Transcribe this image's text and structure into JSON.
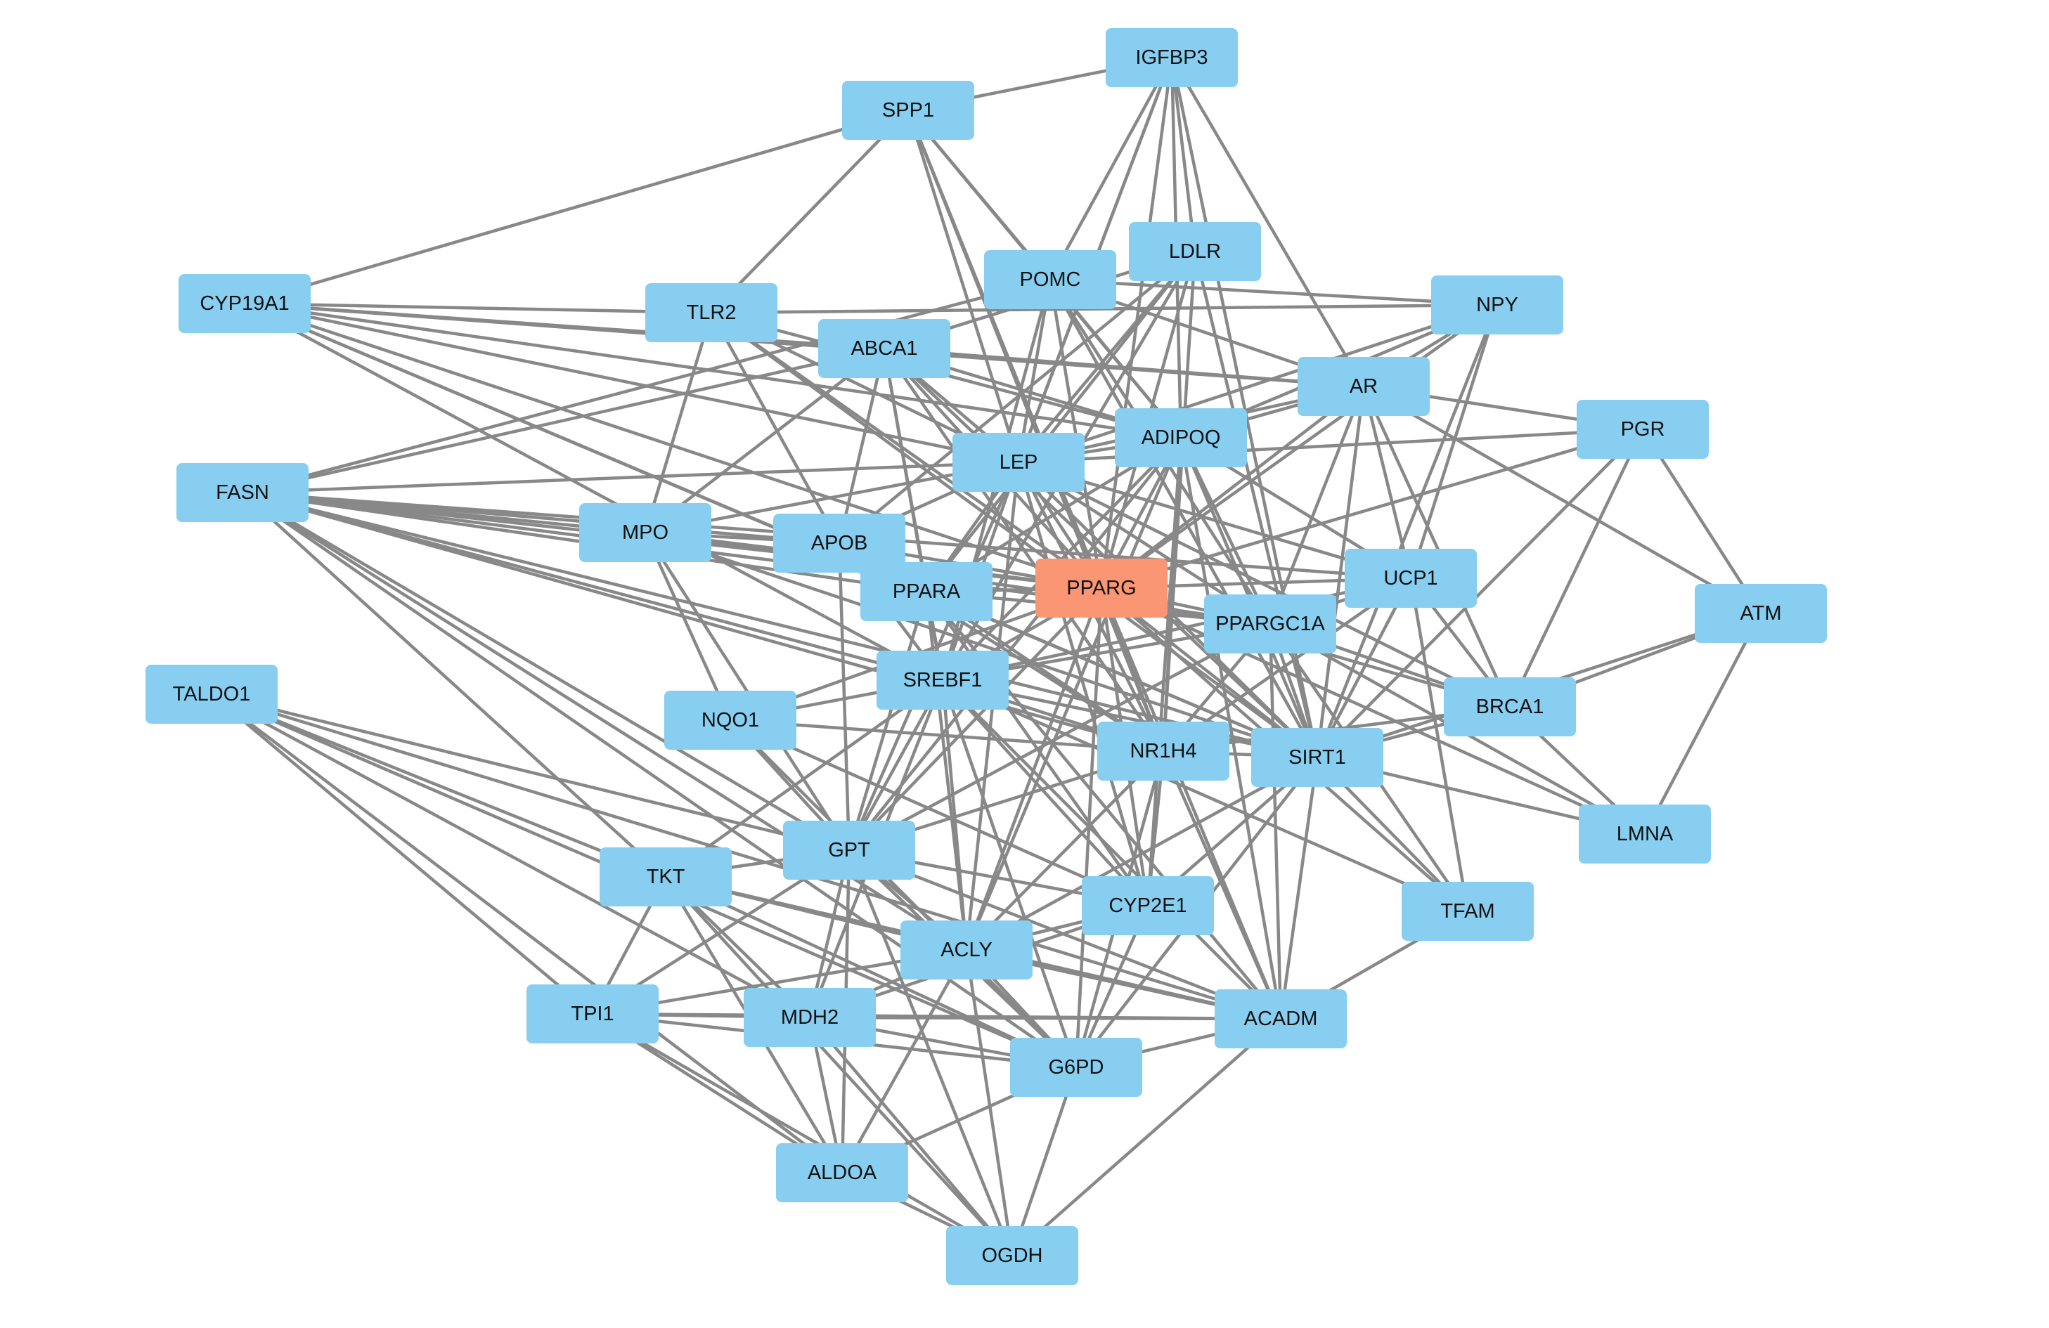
{
  "colors": {
    "node_default": "#87CEF0",
    "node_highlight": "#FA9673",
    "edge": "#888888",
    "label": "#111111"
  },
  "nodes": [
    {
      "id": "IGFBP3",
      "label": "IGFBP3",
      "highlight": false
    },
    {
      "id": "SPP1",
      "label": "SPP1",
      "highlight": false
    },
    {
      "id": "CYP19A1",
      "label": "CYP19A1",
      "highlight": false
    },
    {
      "id": "TLR2",
      "label": "TLR2",
      "highlight": false
    },
    {
      "id": "POMC",
      "label": "POMC",
      "highlight": false
    },
    {
      "id": "LDLR",
      "label": "LDLR",
      "highlight": false
    },
    {
      "id": "NPY",
      "label": "NPY",
      "highlight": false
    },
    {
      "id": "ABCA1",
      "label": "ABCA1",
      "highlight": false
    },
    {
      "id": "AR",
      "label": "AR",
      "highlight": false
    },
    {
      "id": "PGR",
      "label": "PGR",
      "highlight": false
    },
    {
      "id": "FASN",
      "label": "FASN",
      "highlight": false
    },
    {
      "id": "LEP",
      "label": "LEP",
      "highlight": false
    },
    {
      "id": "ADIPOQ",
      "label": "ADIPOQ",
      "highlight": false
    },
    {
      "id": "MPO",
      "label": "MPO",
      "highlight": false
    },
    {
      "id": "APOB",
      "label": "APOB",
      "highlight": false
    },
    {
      "id": "UCP1",
      "label": "UCP1",
      "highlight": false
    },
    {
      "id": "PPARG",
      "label": "PPARG",
      "highlight": true
    },
    {
      "id": "PPARA",
      "label": "PPARA",
      "highlight": false
    },
    {
      "id": "ATM",
      "label": "ATM",
      "highlight": false
    },
    {
      "id": "PPARGC1A",
      "label": "PPARGC1A",
      "highlight": false
    },
    {
      "id": "TALDO1",
      "label": "TALDO1",
      "highlight": false
    },
    {
      "id": "SREBF1",
      "label": "SREBF1",
      "highlight": false
    },
    {
      "id": "BRCA1",
      "label": "BRCA1",
      "highlight": false
    },
    {
      "id": "NQO1",
      "label": "NQO1",
      "highlight": false
    },
    {
      "id": "NR1H4",
      "label": "NR1H4",
      "highlight": false
    },
    {
      "id": "SIRT1",
      "label": "SIRT1",
      "highlight": false
    },
    {
      "id": "LMNA",
      "label": "LMNA",
      "highlight": false
    },
    {
      "id": "GPT",
      "label": "GPT",
      "highlight": false
    },
    {
      "id": "TKT",
      "label": "TKT",
      "highlight": false
    },
    {
      "id": "CYP2E1",
      "label": "CYP2E1",
      "highlight": false
    },
    {
      "id": "TFAM",
      "label": "TFAM",
      "highlight": false
    },
    {
      "id": "ACLY",
      "label": "ACLY",
      "highlight": false
    },
    {
      "id": "TPI1",
      "label": "TPI1",
      "highlight": false
    },
    {
      "id": "MDH2",
      "label": "MDH2",
      "highlight": false
    },
    {
      "id": "ACADM",
      "label": "ACADM",
      "highlight": false
    },
    {
      "id": "G6PD",
      "label": "G6PD",
      "highlight": false
    },
    {
      "id": "ALDOA",
      "label": "ALDOA",
      "highlight": false
    },
    {
      "id": "OGDH",
      "label": "OGDH",
      "highlight": false
    }
  ],
  "edges": [
    [
      "SPP1",
      "IGFBP3"
    ],
    [
      "SPP1",
      "CYP19A1"
    ],
    [
      "SPP1",
      "TLR2"
    ],
    [
      "SPP1",
      "POMC"
    ],
    [
      "SPP1",
      "LEP"
    ],
    [
      "SPP1",
      "ADIPOQ"
    ],
    [
      "SPP1",
      "PPARG"
    ],
    [
      "SPP1",
      "NR1H4"
    ],
    [
      "IGFBP3",
      "LEP"
    ],
    [
      "IGFBP3",
      "POMC"
    ],
    [
      "IGFBP3",
      "LDLR"
    ],
    [
      "IGFBP3",
      "ADIPOQ"
    ],
    [
      "IGFBP3",
      "PPARG"
    ],
    [
      "IGFBP3",
      "AR"
    ],
    [
      "IGFBP3",
      "SIRT1"
    ],
    [
      "IGFBP3",
      "LEP"
    ],
    [
      "CYP19A1",
      "TLR2"
    ],
    [
      "CYP19A1",
      "ABCA1"
    ],
    [
      "CYP19A1",
      "LEP"
    ],
    [
      "CYP19A1",
      "ADIPOQ"
    ],
    [
      "CYP19A1",
      "PPARG"
    ],
    [
      "CYP19A1",
      "PPARA"
    ],
    [
      "CYP19A1",
      "AR"
    ],
    [
      "CYP19A1",
      "SREBF1"
    ],
    [
      "CYP19A1",
      "SIRT1"
    ],
    [
      "TLR2",
      "LEP"
    ],
    [
      "TLR2",
      "MPO"
    ],
    [
      "TLR2",
      "PPARG"
    ],
    [
      "TLR2",
      "ADIPOQ"
    ],
    [
      "TLR2",
      "APOB"
    ],
    [
      "TLR2",
      "SIRT1"
    ],
    [
      "TLR2",
      "NPY"
    ],
    [
      "POMC",
      "NPY"
    ],
    [
      "POMC",
      "LEP"
    ],
    [
      "POMC",
      "ADIPOQ"
    ],
    [
      "POMC",
      "PPARG"
    ],
    [
      "POMC",
      "PPARGC1A"
    ],
    [
      "POMC",
      "SREBF1"
    ],
    [
      "POMC",
      "SIRT1"
    ],
    [
      "POMC",
      "FASN"
    ],
    [
      "POMC",
      "AR"
    ],
    [
      "LDLR",
      "LEP"
    ],
    [
      "LDLR",
      "PPARG"
    ],
    [
      "LDLR",
      "APOB"
    ],
    [
      "LDLR",
      "SREBF1"
    ],
    [
      "LDLR",
      "PPARA"
    ],
    [
      "LDLR",
      "ABCA1"
    ],
    [
      "LDLR",
      "NR1H4"
    ],
    [
      "LDLR",
      "SIRT1"
    ],
    [
      "NPY",
      "LEP"
    ],
    [
      "NPY",
      "ADIPOQ"
    ],
    [
      "NPY",
      "UCP1"
    ],
    [
      "NPY",
      "PPARG"
    ],
    [
      "NPY",
      "SIRT1"
    ],
    [
      "NPY",
      "AR"
    ],
    [
      "ABCA1",
      "LEP"
    ],
    [
      "ABCA1",
      "ADIPOQ"
    ],
    [
      "ABCA1",
      "APOB"
    ],
    [
      "ABCA1",
      "PPARG"
    ],
    [
      "ABCA1",
      "PPARA"
    ],
    [
      "ABCA1",
      "SREBF1"
    ],
    [
      "ABCA1",
      "NR1H4"
    ],
    [
      "ABCA1",
      "SIRT1"
    ],
    [
      "ABCA1",
      "AR"
    ],
    [
      "ABCA1",
      "FASN"
    ],
    [
      "ABCA1",
      "MPO"
    ],
    [
      "AR",
      "LEP"
    ],
    [
      "AR",
      "ADIPOQ"
    ],
    [
      "AR",
      "PPARG"
    ],
    [
      "AR",
      "PGR"
    ],
    [
      "AR",
      "BRCA1"
    ],
    [
      "AR",
      "SIRT1"
    ],
    [
      "AR",
      "UCP1"
    ],
    [
      "AR",
      "ATM"
    ],
    [
      "AR",
      "PPARGC1A"
    ],
    [
      "PGR",
      "ATM"
    ],
    [
      "PGR",
      "BRCA1"
    ],
    [
      "PGR",
      "LEP"
    ],
    [
      "PGR",
      "PPARG"
    ],
    [
      "PGR",
      "SIRT1"
    ],
    [
      "FASN",
      "LEP"
    ],
    [
      "FASN",
      "MPO"
    ],
    [
      "FASN",
      "APOB"
    ],
    [
      "FASN",
      "PPARG"
    ],
    [
      "FASN",
      "PPARA"
    ],
    [
      "FASN",
      "SREBF1"
    ],
    [
      "FASN",
      "NR1H4"
    ],
    [
      "FASN",
      "SIRT1"
    ],
    [
      "FASN",
      "ACLY"
    ],
    [
      "FASN",
      "GPT"
    ],
    [
      "FASN",
      "TKT"
    ],
    [
      "FASN",
      "G6PD"
    ],
    [
      "FASN",
      "PPARGC1A"
    ],
    [
      "FASN",
      "UCP1"
    ],
    [
      "LEP",
      "ADIPOQ"
    ],
    [
      "LEP",
      "PPARG"
    ],
    [
      "LEP",
      "PPARA"
    ],
    [
      "LEP",
      "MPO"
    ],
    [
      "LEP",
      "APOB"
    ],
    [
      "LEP",
      "SREBF1"
    ],
    [
      "LEP",
      "SIRT1"
    ],
    [
      "LEP",
      "PPARGC1A"
    ],
    [
      "LEP",
      "UCP1"
    ],
    [
      "LEP",
      "NR1H4"
    ],
    [
      "LEP",
      "GPT"
    ],
    [
      "LEP",
      "ACLY"
    ],
    [
      "LEP",
      "CYP2E1"
    ],
    [
      "LEP",
      "BRCA1"
    ],
    [
      "ADIPOQ",
      "PPARG"
    ],
    [
      "ADIPOQ",
      "PPARA"
    ],
    [
      "ADIPOQ",
      "SIRT1"
    ],
    [
      "ADIPOQ",
      "PPARGC1A"
    ],
    [
      "ADIPOQ",
      "UCP1"
    ],
    [
      "ADIPOQ",
      "SREBF1"
    ],
    [
      "ADIPOQ",
      "NR1H4"
    ],
    [
      "ADIPOQ",
      "GPT"
    ],
    [
      "ADIPOQ",
      "ACADM"
    ],
    [
      "ADIPOQ",
      "CYP2E1"
    ],
    [
      "ADIPOQ",
      "ACLY"
    ],
    [
      "MPO",
      "PPARG"
    ],
    [
      "MPO",
      "NQO1"
    ],
    [
      "MPO",
      "SIRT1"
    ],
    [
      "MPO",
      "GPT"
    ],
    [
      "MPO",
      "APOB"
    ],
    [
      "MPO",
      "PPARGC1A"
    ],
    [
      "APOB",
      "PPARG"
    ],
    [
      "APOB",
      "PPARA"
    ],
    [
      "APOB",
      "SREBF1"
    ],
    [
      "APOB",
      "GPT"
    ],
    [
      "APOB",
      "NR1H4"
    ],
    [
      "UCP1",
      "PPARG"
    ],
    [
      "UCP1",
      "PPARGC1A"
    ],
    [
      "UCP1",
      "SIRT1"
    ],
    [
      "UCP1",
      "TFAM"
    ],
    [
      "UCP1",
      "BRCA1"
    ],
    [
      "UCP1",
      "NR1H4"
    ],
    [
      "UCP1",
      "SREBF1"
    ],
    [
      "PPARG",
      "PPARA"
    ],
    [
      "PPARG",
      "PPARGC1A"
    ],
    [
      "PPARG",
      "SREBF1"
    ],
    [
      "PPARG",
      "NR1H4"
    ],
    [
      "PPARG",
      "SIRT1"
    ],
    [
      "PPARG",
      "BRCA1"
    ],
    [
      "PPARG",
      "GPT"
    ],
    [
      "PPARG",
      "CYP2E1"
    ],
    [
      "PPARG",
      "ACLY"
    ],
    [
      "PPARG",
      "ACADM"
    ],
    [
      "PPARG",
      "G6PD"
    ],
    [
      "PPARG",
      "LMNA"
    ],
    [
      "PPARG",
      "TFAM"
    ],
    [
      "PPARG",
      "NQO1"
    ],
    [
      "PPARA",
      "SREBF1"
    ],
    [
      "PPARA",
      "PPARGC1A"
    ],
    [
      "PPARA",
      "NR1H4"
    ],
    [
      "PPARA",
      "SIRT1"
    ],
    [
      "PPARA",
      "GPT"
    ],
    [
      "PPARA",
      "CYP2E1"
    ],
    [
      "PPARA",
      "ACADM"
    ],
    [
      "PPARA",
      "ACLY"
    ],
    [
      "ATM",
      "BRCA1"
    ],
    [
      "ATM",
      "LMNA"
    ],
    [
      "ATM",
      "SIRT1"
    ],
    [
      "PPARGC1A",
      "SIRT1"
    ],
    [
      "PPARGC1A",
      "TFAM"
    ],
    [
      "PPARGC1A",
      "SREBF1"
    ],
    [
      "PPARGC1A",
      "NR1H4"
    ],
    [
      "PPARGC1A",
      "BRCA1"
    ],
    [
      "PPARGC1A",
      "ACADM"
    ],
    [
      "PPARGC1A",
      "LMNA"
    ],
    [
      "PPARGC1A",
      "GPT"
    ],
    [
      "TALDO1",
      "GPT"
    ],
    [
      "TALDO1",
      "TKT"
    ],
    [
      "TALDO1",
      "TPI1"
    ],
    [
      "TALDO1",
      "G6PD"
    ],
    [
      "TALDO1",
      "ALDOA"
    ],
    [
      "TALDO1",
      "MDH2"
    ],
    [
      "TALDO1",
      "ACADM"
    ],
    [
      "SREBF1",
      "NQO1"
    ],
    [
      "SREBF1",
      "SIRT1"
    ],
    [
      "SREBF1",
      "NR1H4"
    ],
    [
      "SREBF1",
      "GPT"
    ],
    [
      "SREBF1",
      "ACLY"
    ],
    [
      "SREBF1",
      "G6PD"
    ],
    [
      "SREBF1",
      "CYP2E1"
    ],
    [
      "SREBF1",
      "ACADM"
    ],
    [
      "SREBF1",
      "TKT"
    ],
    [
      "SREBF1",
      "TFAM"
    ],
    [
      "SREBF1",
      "MDH2"
    ],
    [
      "BRCA1",
      "SIRT1"
    ],
    [
      "BRCA1",
      "NR1H4"
    ],
    [
      "BRCA1",
      "LMNA"
    ],
    [
      "NQO1",
      "GPT"
    ],
    [
      "NQO1",
      "G6PD"
    ],
    [
      "NQO1",
      "NR1H4"
    ],
    [
      "NQO1",
      "CYP2E1"
    ],
    [
      "NR1H4",
      "SIRT1"
    ],
    [
      "NR1H4",
      "CYP2E1"
    ],
    [
      "NR1H4",
      "ACADM"
    ],
    [
      "NR1H4",
      "ACLY"
    ],
    [
      "NR1H4",
      "GPT"
    ],
    [
      "NR1H4",
      "G6PD"
    ],
    [
      "SIRT1",
      "LMNA"
    ],
    [
      "SIRT1",
      "TFAM"
    ],
    [
      "SIRT1",
      "ACADM"
    ],
    [
      "SIRT1",
      "ACLY"
    ],
    [
      "SIRT1",
      "G6PD"
    ],
    [
      "SIRT1",
      "CYP2E1"
    ],
    [
      "GPT",
      "TKT"
    ],
    [
      "GPT",
      "TPI1"
    ],
    [
      "GPT",
      "MDH2"
    ],
    [
      "GPT",
      "ACLY"
    ],
    [
      "GPT",
      "G6PD"
    ],
    [
      "GPT",
      "ALDOA"
    ],
    [
      "GPT",
      "OGDH"
    ],
    [
      "GPT",
      "ACADM"
    ],
    [
      "GPT",
      "CYP2E1"
    ],
    [
      "TKT",
      "TPI1"
    ],
    [
      "TKT",
      "G6PD"
    ],
    [
      "TKT",
      "MDH2"
    ],
    [
      "TKT",
      "ALDOA"
    ],
    [
      "TKT",
      "ACLY"
    ],
    [
      "TKT",
      "OGDH"
    ],
    [
      "TKT",
      "ACADM"
    ],
    [
      "CYP2E1",
      "ACLY"
    ],
    [
      "CYP2E1",
      "G6PD"
    ],
    [
      "CYP2E1",
      "MDH2"
    ],
    [
      "TFAM",
      "ACADM"
    ],
    [
      "ACLY",
      "G6PD"
    ],
    [
      "ACLY",
      "MDH2"
    ],
    [
      "ACLY",
      "ALDOA"
    ],
    [
      "ACLY",
      "OGDH"
    ],
    [
      "ACLY",
      "ACADM"
    ],
    [
      "ACLY",
      "TPI1"
    ],
    [
      "TPI1",
      "MDH2"
    ],
    [
      "TPI1",
      "ALDOA"
    ],
    [
      "TPI1",
      "G6PD"
    ],
    [
      "TPI1",
      "OGDH"
    ],
    [
      "TPI1",
      "ACADM"
    ],
    [
      "MDH2",
      "G6PD"
    ],
    [
      "MDH2",
      "ALDOA"
    ],
    [
      "MDH2",
      "OGDH"
    ],
    [
      "MDH2",
      "ACADM"
    ],
    [
      "ACADM",
      "OGDH"
    ],
    [
      "ACADM",
      "G6PD"
    ],
    [
      "G6PD",
      "ALDOA"
    ],
    [
      "G6PD",
      "OGDH"
    ],
    [
      "ALDOA",
      "OGDH"
    ]
  ]
}
